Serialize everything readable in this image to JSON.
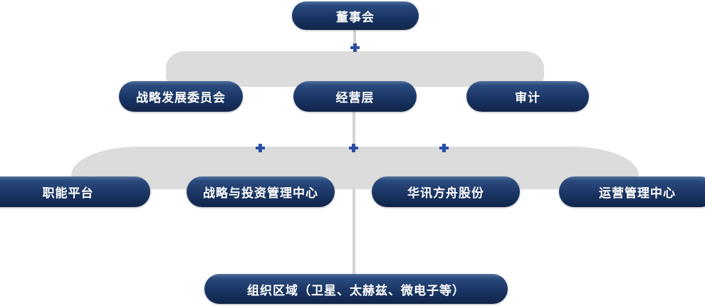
{
  "colors": {
    "band": "#dcdcdc",
    "line": "#d4d4d4",
    "cross": "#2b4fa5",
    "node_text": "#ffffff",
    "node_gradient_top": "#2b4b7e",
    "node_gradient_bottom": "#122548",
    "background": "#ffffff"
  },
  "chart_type": "org-chart",
  "nodes": {
    "board": {
      "label": "董事会"
    },
    "strategy_committee": {
      "label": "战略发展委员会"
    },
    "management": {
      "label": "经营层"
    },
    "audit": {
      "label": "审计"
    },
    "functional_platform": {
      "label": "职能平台"
    },
    "strategy_investment_center": {
      "label": "战略与投资管理中心"
    },
    "huaxun_ark_shares": {
      "label": "华讯方舟股份"
    },
    "operations_center": {
      "label": "运营管理中心"
    },
    "org_regions": {
      "label": "组织区域（卫星、太赫兹、微电子等）"
    }
  },
  "hierarchy": {
    "level1": [
      "board"
    ],
    "level2": [
      "strategy_committee",
      "management",
      "audit"
    ],
    "level3": [
      "functional_platform",
      "strategy_investment_center",
      "huaxun_ark_shares",
      "operations_center"
    ],
    "level4": [
      "org_regions"
    ]
  }
}
